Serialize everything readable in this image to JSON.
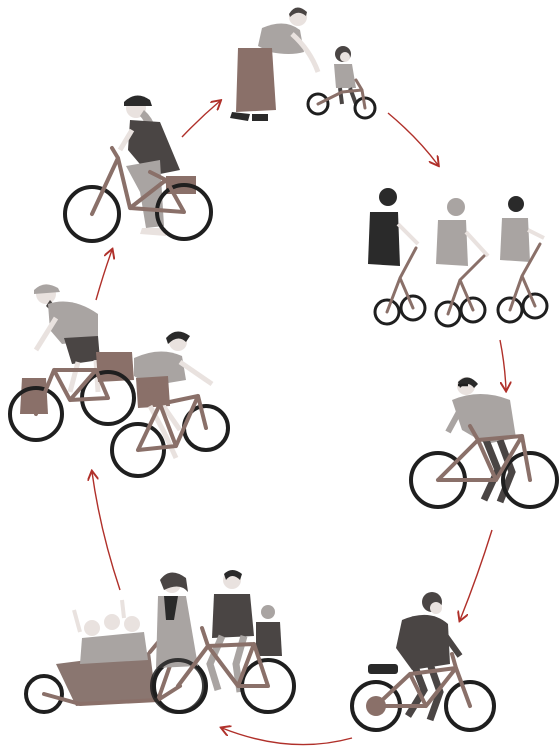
{
  "diagram": {
    "kind": "life-cycle",
    "stages": [
      {
        "id": "toddler-balance-bike",
        "figures": [
          "adult",
          "toddler"
        ]
      },
      {
        "id": "kids-riding-group",
        "figures": [
          "child",
          "child",
          "child"
        ]
      },
      {
        "id": "teen-rider",
        "figures": [
          "teen"
        ]
      },
      {
        "id": "ebike-commuter",
        "figures": [
          "adult"
        ]
      },
      {
        "id": "cargo-family",
        "figures": [
          "children",
          "adult",
          "adult",
          "child"
        ]
      },
      {
        "id": "touring-couple",
        "figures": [
          "adult",
          "adult"
        ]
      },
      {
        "id": "senior-rider",
        "figures": [
          "senior"
        ]
      }
    ],
    "arrow_direction": "clockwise"
  },
  "colors": {
    "arrow": "#b0302a",
    "frame": "#8a7069",
    "wheel": "#1f1f1f",
    "skin": "#e9e2df",
    "cloth_light": "#a9a4a2",
    "cloth_dark": "#4a4544",
    "cargo_box": "#8a7670"
  }
}
